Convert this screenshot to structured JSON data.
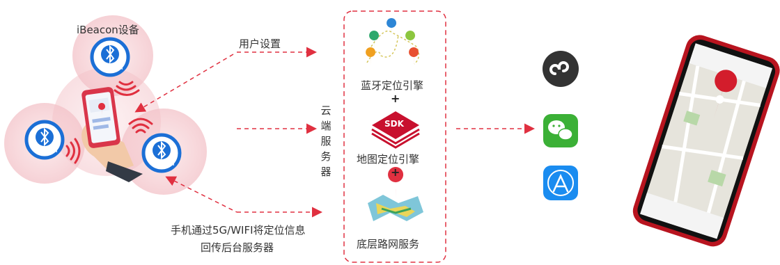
{
  "left": {
    "ibeacon_label": "iBeacon设备",
    "user_settings": "用户设置",
    "uplink_line1": "手机通过5G/WIFI将定位信息",
    "uplink_line2": "回传后台服务器",
    "cloud_chars": [
      "云",
      "端",
      "服",
      "务",
      "器"
    ],
    "beacon_brand": "Bluetooth"
  },
  "center": {
    "bluetooth_engine": "蓝牙定位引擎",
    "plus1": "+",
    "sdk_label": "SDK",
    "map_engine": "地图定位引擎",
    "plus2": "+",
    "base_network": "底层路网服务"
  },
  "apps": [
    {
      "name": "mini-program-icon",
      "color": "#333333"
    },
    {
      "name": "wechat-icon",
      "color": "#3bb036"
    },
    {
      "name": "app-store-icon",
      "color": "#1a8cf0"
    }
  ],
  "colors": {
    "accent": "#e03040",
    "beacon": "#1b6fd6",
    "zone": "#f6d3d6"
  }
}
